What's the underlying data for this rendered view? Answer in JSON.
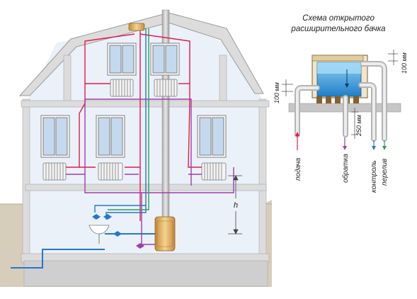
{
  "inset": {
    "title_line1": "Схема открытого",
    "title_line2": "расширительного бачка",
    "dim_left": "100 мм",
    "dim_right": "100 мм",
    "dim_drop": "250 мм",
    "pipe_supply": "подача",
    "pipe_return": "обратка",
    "pipe_control": "контроль",
    "pipe_overflow": "перелив"
  },
  "house": {
    "height_label": "h"
  },
  "colors": {
    "supply": "#e8184a",
    "return": "#a23bb0",
    "cold_water": "#2677c9",
    "overflow": "#2f9e57",
    "ground": "#d7cdbb",
    "wall": "#dcdcdc",
    "boiler": "#e4b860"
  }
}
